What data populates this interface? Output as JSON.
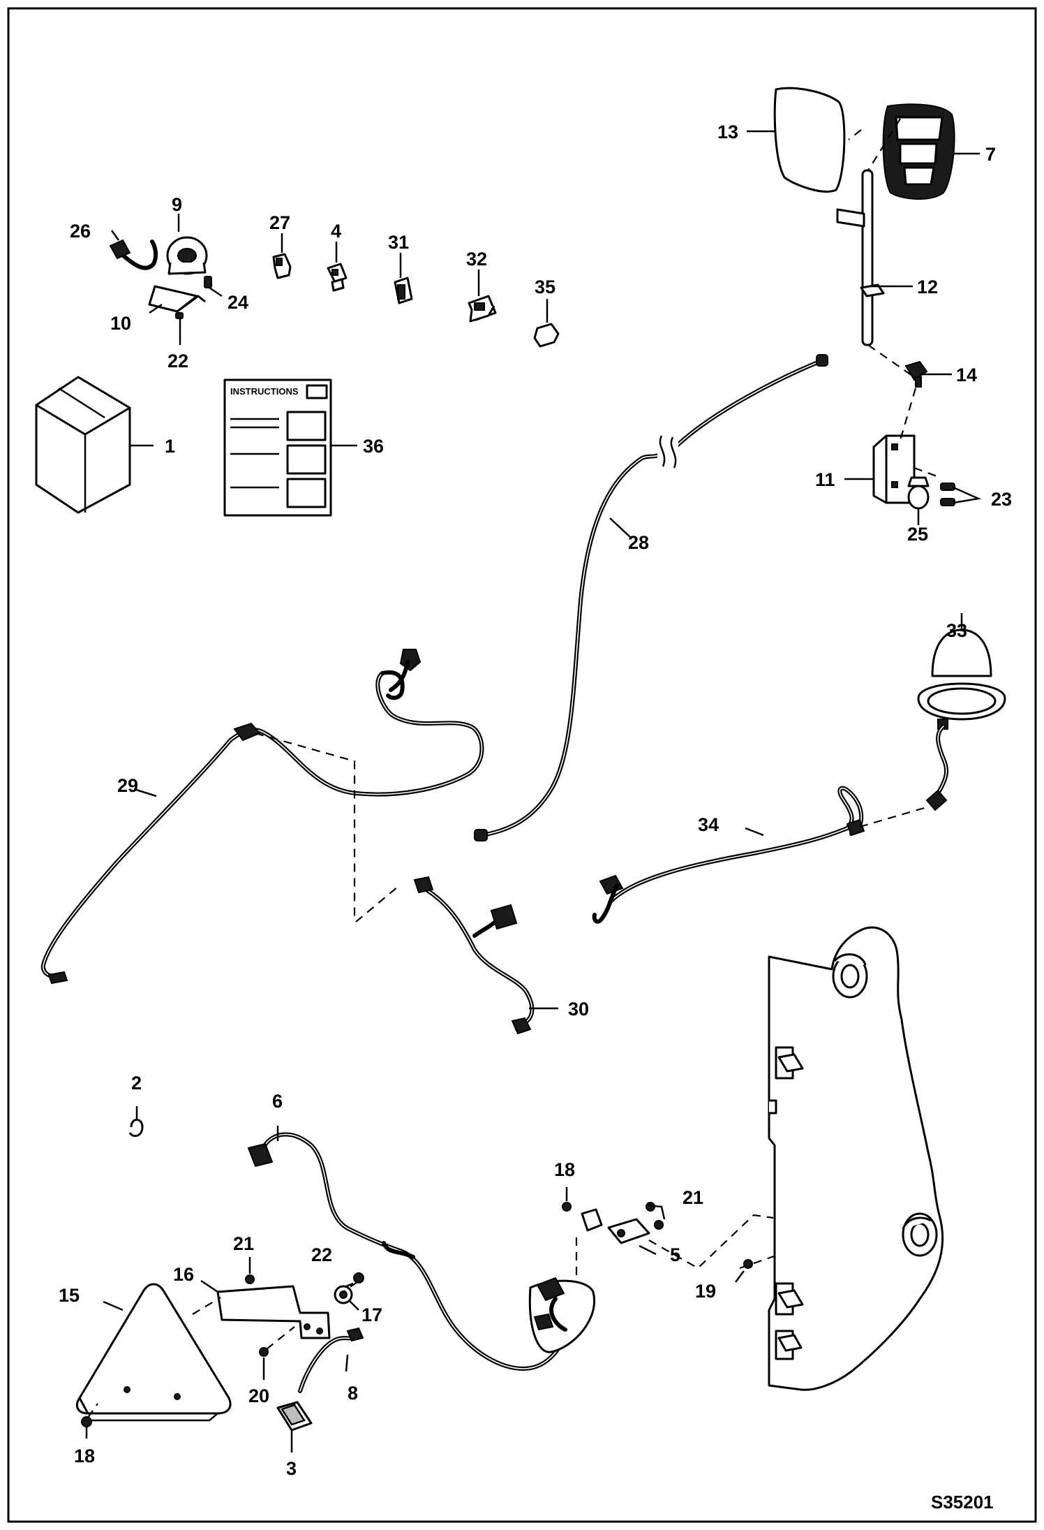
{
  "figure_code": "S35201",
  "instructions_heading": "INSTRUCTIONS",
  "callouts": [
    "1",
    "2",
    "3",
    "4",
    "5",
    "6",
    "7",
    "8",
    "9",
    "10",
    "11",
    "12",
    "13",
    "14",
    "15",
    "16",
    "17",
    "18",
    "19",
    "20",
    "21",
    "22",
    "23",
    "24",
    "25",
    "26",
    "27",
    "28",
    "29",
    "30",
    "31",
    "32",
    "33",
    "34",
    "35",
    "36"
  ]
}
